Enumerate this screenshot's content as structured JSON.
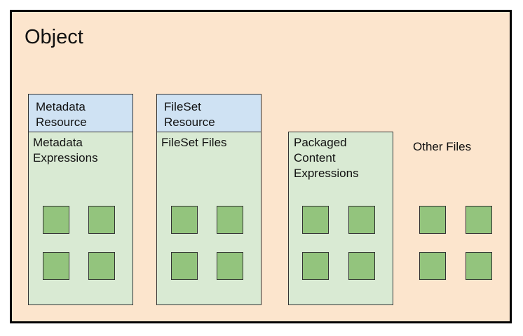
{
  "object": {
    "title": "Object",
    "colors": {
      "background": "#fce5cd",
      "border": "#000000",
      "header_fill": "#cfe2f3",
      "body_fill": "#d9ead3",
      "file_square_fill": "#93c47d"
    }
  },
  "metadata": {
    "header": [
      "Metadata",
      "Resource"
    ],
    "body": [
      "Metadata",
      "Expressions"
    ],
    "file_count": 4
  },
  "fileset": {
    "header": [
      "FileSet",
      "Resource"
    ],
    "body": [
      "FileSet Files"
    ],
    "file_count": 4
  },
  "packaged": {
    "body": [
      "Packaged",
      "Content",
      "Expressions"
    ],
    "file_count": 4
  },
  "other": {
    "label": "Other Files",
    "file_count": 4
  }
}
